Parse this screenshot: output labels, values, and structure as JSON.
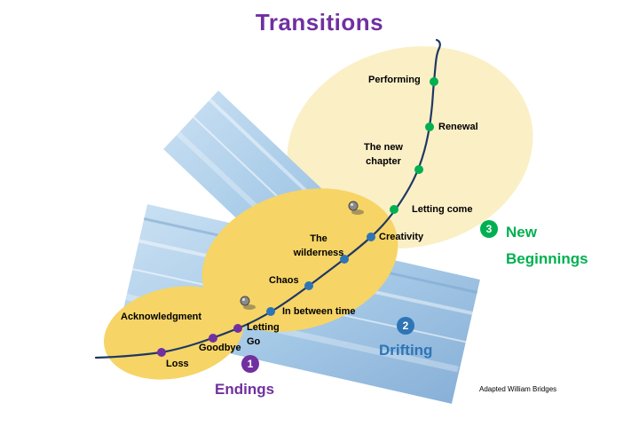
{
  "title": "Transitions",
  "attribution": "Adapted William Bridges",
  "colors": {
    "purple": "#7030A0",
    "blue": "#2E75B6",
    "green": "#00B050",
    "gold": "#F6D466",
    "cream": "#FBEFC6",
    "ribbon_blue": "#A8CBE8",
    "curve_navy": "#1F3864"
  },
  "phases": [
    {
      "number": "1",
      "label": "Endings",
      "color": "#7030A0"
    },
    {
      "number": "2",
      "label": "Drifting",
      "color": "#2E75B6"
    },
    {
      "number": "3",
      "label": "New Beginnings",
      "color": "#00B050"
    }
  ],
  "acknowledgment_label": "Acknowledgment",
  "curve_points": [
    {
      "label": "Loss",
      "phase": 1
    },
    {
      "label": "Goodbye",
      "phase": 1
    },
    {
      "label": "Letting Go",
      "phase": 1
    },
    {
      "label": "In between time",
      "phase": 2
    },
    {
      "label": "Chaos",
      "phase": 2
    },
    {
      "label": "The wilderness",
      "phase": 2
    },
    {
      "label": "Creativity",
      "phase": 2
    },
    {
      "label": "Letting come",
      "phase": 3
    },
    {
      "label": "The new chapter",
      "phase": 3
    },
    {
      "label": "Renewal",
      "phase": 3
    },
    {
      "label": "Performing",
      "phase": 3
    }
  ]
}
